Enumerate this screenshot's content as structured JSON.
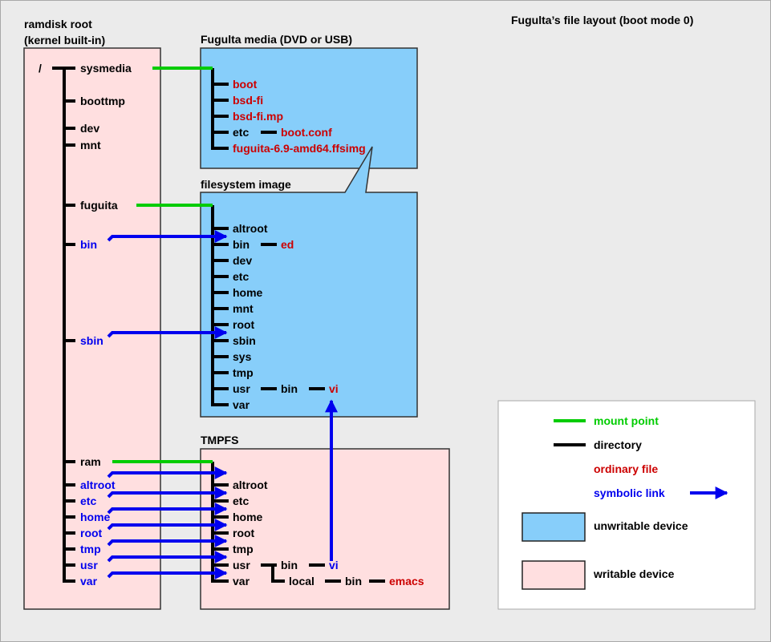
{
  "title": "Fugulta’s file layout (boot mode 0)",
  "colors": {
    "mount": "#00cc00",
    "directory": "#000000",
    "file": "#cc0000",
    "link": "#0000ee",
    "unwritable": "#87cefa",
    "writable": "#ffdfe0",
    "background": "#ebebeb"
  },
  "ramdisk": {
    "title_line1": "ramdisk root",
    "title_line2": "(kernel built-in)",
    "root": "/",
    "items": [
      "sysmedia",
      "boottmp",
      "dev",
      "mnt",
      "fuguita",
      "bin",
      "sbin",
      "ram",
      "altroot",
      "etc",
      "home",
      "root",
      "tmp",
      "usr",
      "var"
    ]
  },
  "media": {
    "title": "Fugulta media (DVD or USB)",
    "items": [
      "boot",
      "bsd-fi",
      "bsd-fi.mp",
      "etc",
      "fuguita-6.9-amd64.ffsimg"
    ],
    "etc_child": "boot.conf"
  },
  "fsimage": {
    "title": "filesystem image",
    "items": [
      "altroot",
      "bin",
      "dev",
      "etc",
      "home",
      "mnt",
      "root",
      "sbin",
      "sys",
      "tmp",
      "usr",
      "var"
    ],
    "bin_child": "ed",
    "usr_child": "bin",
    "usr_bin_child": "vi"
  },
  "tmpfs": {
    "title": "TMPFS",
    "items": [
      "altroot",
      "etc",
      "home",
      "root",
      "tmp",
      "usr",
      "var"
    ],
    "usr_bin": "bin",
    "usr_bin_vi": "vi",
    "usr_local": "local",
    "usr_local_bin": "bin",
    "usr_local_bin_emacs": "emacs"
  },
  "legend": {
    "mount_point": "mount point",
    "directory": "directory",
    "ordinary_file": "ordinary file",
    "symbolic_link": "symbolic link",
    "unwritable_device": "unwritable device",
    "writable_device": "writable device"
  }
}
